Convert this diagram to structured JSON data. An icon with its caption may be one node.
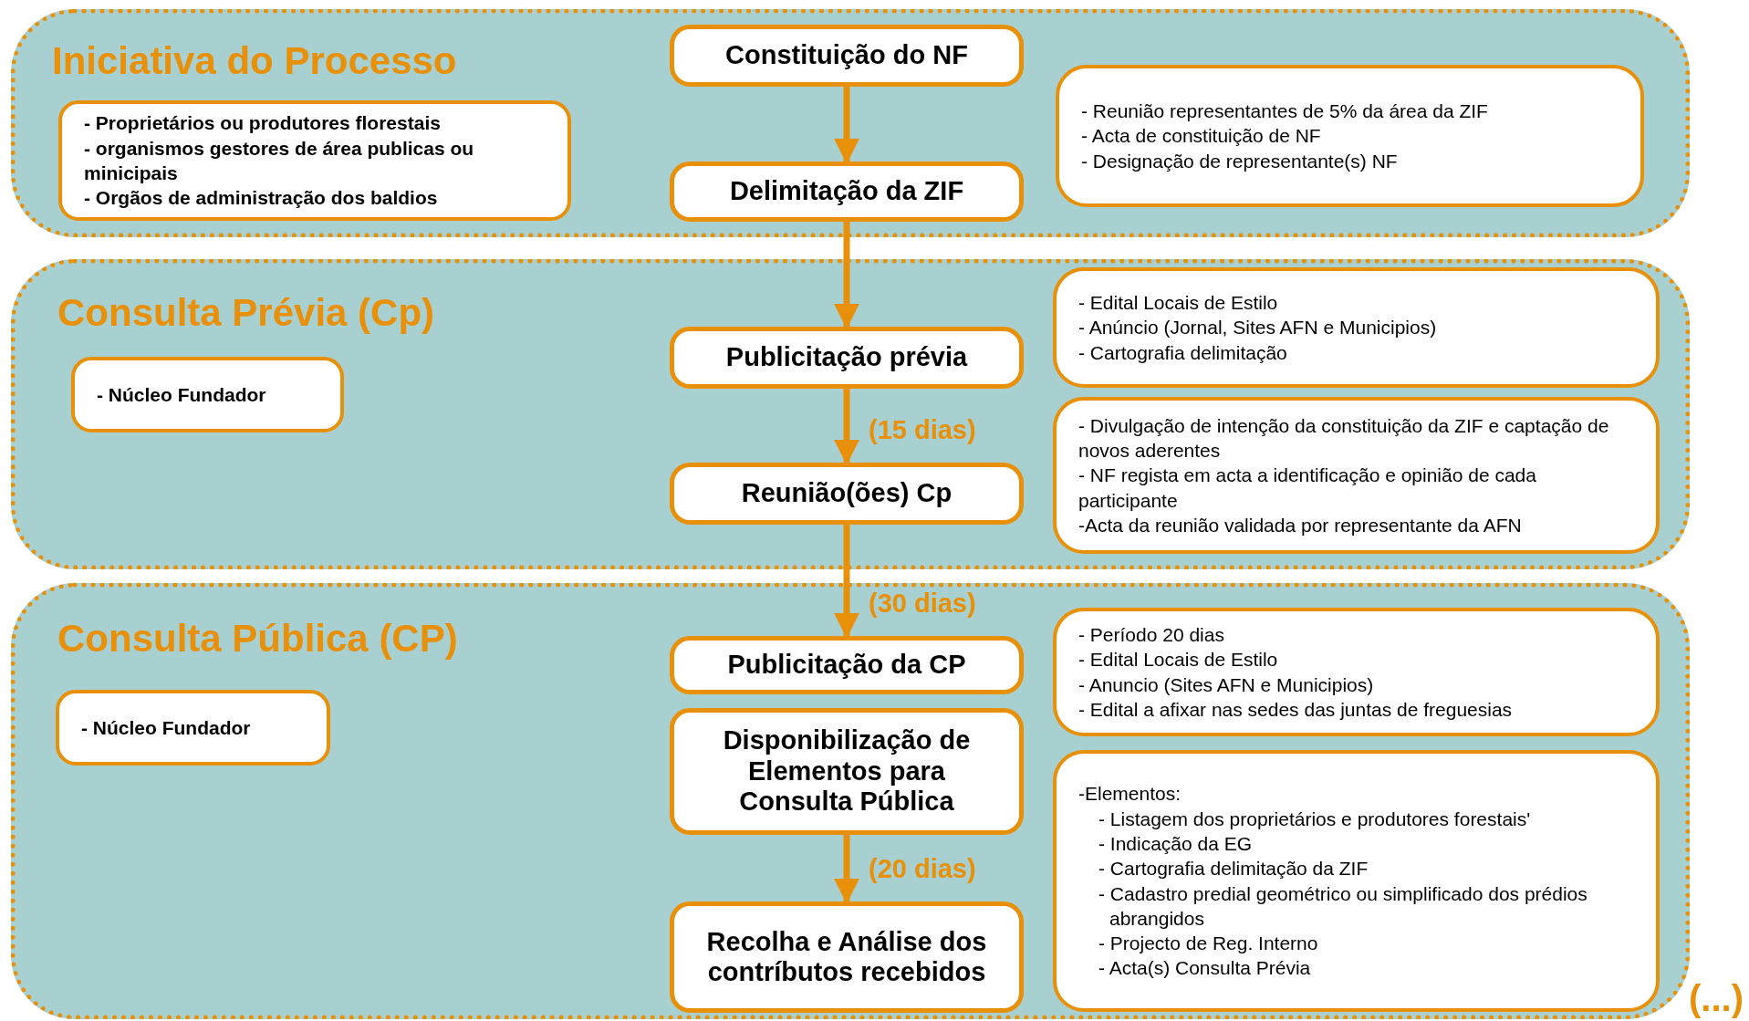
{
  "diagram": {
    "nodes": [
      {
        "text": [
          "Iniciativa do Processo"
        ]
      },
      {
        "text": [
          "Constituição do NF"
        ],
        "in": 0
      },
      {
        "text": [
          "Delimitação da ZIF"
        ],
        "in": 0
      },
      {
        "text": [
          "- Proprietários ou produtores florestais",
          "- organismos gestores de área publicas ou minicipais",
          "- Orgãos de administração dos baldios"
        ],
        "in": 0
      },
      {
        "text": [
          "- Reunião representantes de 5% da área da ZIF",
          "- Acta de constituição de NF",
          "- Designação de representante(s) NF"
        ],
        "in": 0
      },
      {
        "text": [
          "Consulta Prévia (Cp)"
        ]
      },
      {
        "text": [
          "- Núcleo Fundador"
        ],
        "in": 5
      },
      {
        "text": [
          "Publicitação prévia"
        ],
        "in": 5
      },
      {
        "text": [
          "Reunião(ões) Cp"
        ],
        "in": 5
      },
      {
        "text": [
          "- Edital Locais de Estilo",
          "- Anúncio (Jornal, Sites AFN e Municipios)",
          "- Cartografia delimitação"
        ],
        "in": 5
      },
      {
        "text": [
          "- Divulgação de intenção da constituição da ZIF e captação de novos aderentes",
          "- NF regista em acta a identificação e opinião de cada participante",
          "-Acta da reunião validada por representante da AFN"
        ],
        "in": 5
      },
      {
        "text": [
          "Consulta Pública (CP)"
        ]
      },
      {
        "text": [
          "- Núcleo Fundador"
        ],
        "in": 11
      },
      {
        "text": [
          "Publicitação da CP"
        ],
        "in": 11
      },
      {
        "text": [
          "Disponibilização de Elementos para Consulta Pública"
        ],
        "in": 11
      },
      {
        "text": [
          "Recolha e Análise dos contríbutos recebidos"
        ],
        "in": 11
      },
      {
        "text": [
          "- Período 20 dias",
          "- Edital Locais de Estilo",
          "- Anuncio (Sites AFN e Municipios)",
          "- Edital a  afixar nas sedes das juntas de freguesias"
        ],
        "in": 11
      },
      {
        "text": [
          "-Elementos:",
          "- Listagem dos proprietários e produtores forestais'",
          "- Indicação da EG",
          "- Cartografia delimitação da ZIF",
          "- Cadastro predial  geométrico ou simplificado dos prédios abrangidos",
          "- Projecto de Reg. Interno",
          "- Acta(s)  Consulta Prévia"
        ],
        "in": 11
      }
    ],
    "edges": [
      {
        "from": 1,
        "to": 2,
        "arrow": "to"
      },
      {
        "from": 2,
        "to": 7,
        "arrow": "to"
      },
      {
        "from": 7,
        "to": 8,
        "arrow": "to",
        "label": "(15 dias)"
      },
      {
        "from": 8,
        "to": 13,
        "arrow": "to",
        "label": "(30 dias)"
      },
      {
        "from": 14,
        "to": 15,
        "arrow": "to",
        "label": "(20 dias)"
      }
    ],
    "labels": [
      "(...)"
    ]
  }
}
